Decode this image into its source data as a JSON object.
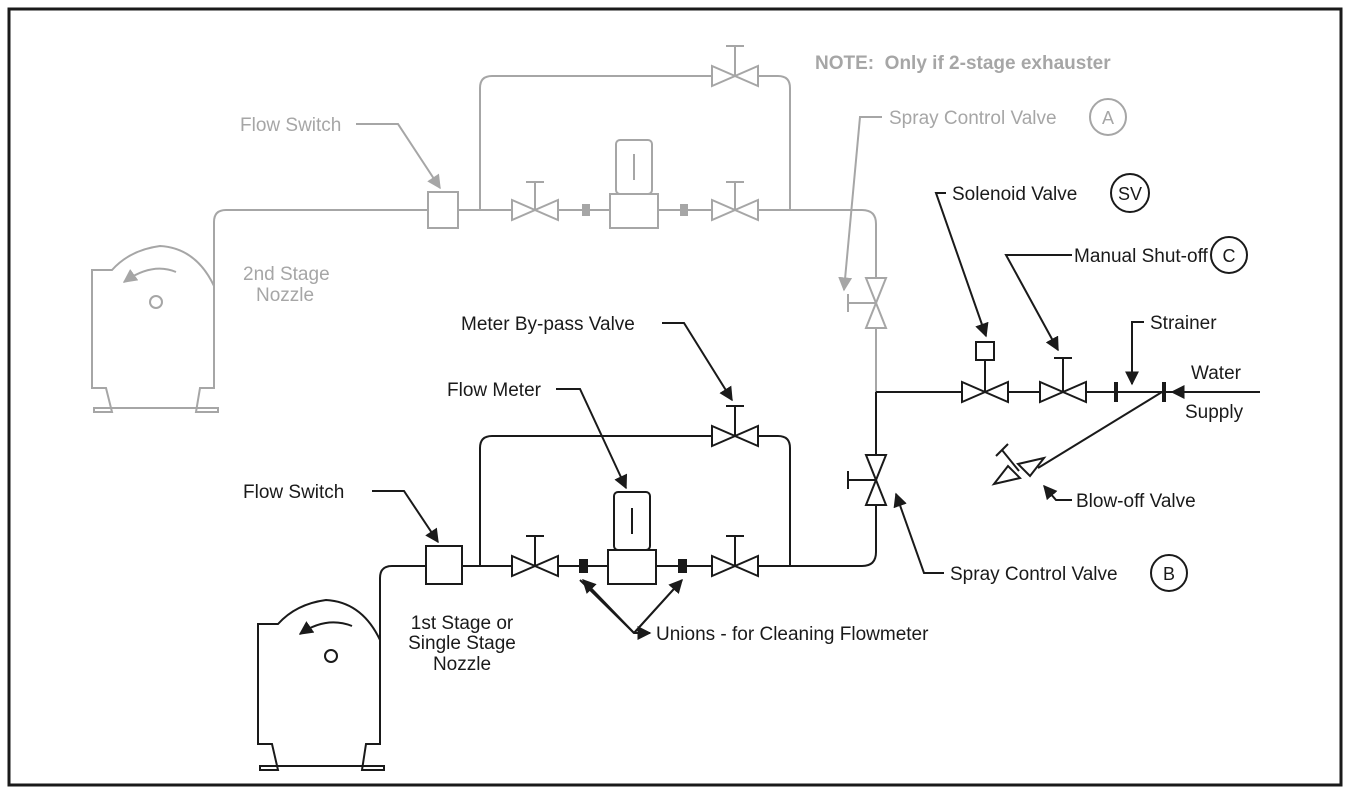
{
  "colors": {
    "primary": "#1a1a1a",
    "secondary": "#a6a6a6",
    "background": "#ffffff"
  },
  "note": "NOTE:  Only if 2-stage exhauster",
  "second_stage": {
    "flow_switch": "Flow Switch",
    "spray_control_valve": "Spray Control Valve",
    "spray_control_tag": "A",
    "nozzle_line1": "2nd Stage",
    "nozzle_line2": "Nozzle"
  },
  "first_stage": {
    "flow_switch": "Flow Switch",
    "meter_bypass_valve": "Meter By-pass Valve",
    "flow_meter": "Flow Meter",
    "nozzle_line1": "1st Stage or",
    "nozzle_line2": "Single Stage",
    "nozzle_line3": "Nozzle",
    "unions": "Unions - for Cleaning Flowmeter",
    "spray_control_valve": "Spray Control Valve",
    "spray_control_tag": "B"
  },
  "supply": {
    "solenoid_valve": "Solenoid Valve",
    "solenoid_tag": "SV",
    "manual_shutoff": "Manual Shut-off",
    "manual_shutoff_tag": "C",
    "strainer": "Strainer",
    "water": "Water",
    "supply": "Supply",
    "blowoff_valve": "Blow-off Valve"
  }
}
